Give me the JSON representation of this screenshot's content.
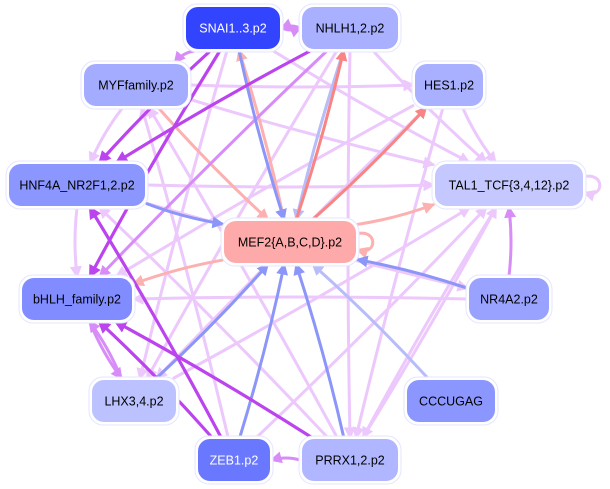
{
  "diagram": {
    "type": "regulatory-network",
    "nodes": [
      {
        "id": "SNAI",
        "label": "SNAI1..3.p2",
        "fill": "#3344ff",
        "text": "#ffffff"
      },
      {
        "id": "NHLH",
        "label": "NHLH1,2.p2",
        "fill": "#a8b0ff",
        "text": "#000000"
      },
      {
        "id": "MYF",
        "label": "MYFfamily.p2",
        "fill": "#a4acff",
        "text": "#000000"
      },
      {
        "id": "HES1",
        "label": "HES1.p2",
        "fill": "#a8b0ff",
        "text": "#000000"
      },
      {
        "id": "HNF4A",
        "label": "HNF4A_NR2F1,2.p2",
        "fill": "#8c96ff",
        "text": "#000000"
      },
      {
        "id": "TAL1",
        "label": "TAL1_TCF{3,4,12}.p2",
        "fill": "#c4c8ff",
        "text": "#000000"
      },
      {
        "id": "MEF2",
        "label": "MEF2{A,B,C,D}.p2",
        "fill": "#ffaaaa",
        "text": "#000000"
      },
      {
        "id": "BHLH",
        "label": "bHLH_family.p2",
        "fill": "#808cff",
        "text": "#000000"
      },
      {
        "id": "NR4A2",
        "label": "NR4A2.p2",
        "fill": "#9aa2ff",
        "text": "#000000"
      },
      {
        "id": "LHX",
        "label": "LHX3,4.p2",
        "fill": "#bcc2ff",
        "text": "#000000"
      },
      {
        "id": "CCCUGAG",
        "label": "CCCUGAG",
        "fill": "#8c96ff",
        "text": "#000000"
      },
      {
        "id": "ZEB1",
        "label": "ZEB1.p2",
        "fill": "#6a78ff",
        "text": "#ffffff"
      },
      {
        "id": "PRRX",
        "label": "PRRX1,2.p2",
        "fill": "#b0b6ff",
        "text": "#000000"
      }
    ],
    "edge_colors": {
      "strong_purple": "#bb44ee",
      "medium_purple": "#d88cf8",
      "light_purple": "#ecc8fc",
      "blue": "#8c96f8",
      "light_blue": "#b8bcf8",
      "red": "#f88484",
      "light_red": "#fcb0b0"
    },
    "edges": [
      {
        "from": "SNAI",
        "to": "NHLH",
        "color": "medium_purple"
      },
      {
        "from": "NHLH",
        "to": "SNAI",
        "color": "medium_purple"
      },
      {
        "from": "SNAI",
        "to": "MYF",
        "color": "medium_purple"
      },
      {
        "from": "SNAI",
        "to": "HNF4A",
        "color": "strong_purple"
      },
      {
        "from": "SNAI",
        "to": "BHLH",
        "color": "strong_purple"
      },
      {
        "from": "SNAI",
        "to": "MEF2",
        "color": "blue"
      },
      {
        "from": "MEF2",
        "to": "SNAI",
        "color": "light_red"
      },
      {
        "from": "SNAI",
        "to": "LHX",
        "color": "light_purple"
      },
      {
        "from": "SNAI",
        "to": "TAL1",
        "color": "light_purple"
      },
      {
        "from": "NHLH",
        "to": "HNF4A",
        "color": "strong_purple"
      },
      {
        "from": "NHLH",
        "to": "BHLH",
        "color": "medium_purple"
      },
      {
        "from": "NHLH",
        "to": "MEF2",
        "color": "light_blue"
      },
      {
        "from": "MEF2",
        "to": "NHLH",
        "color": "red"
      },
      {
        "from": "NHLH",
        "to": "TAL1",
        "color": "light_purple"
      },
      {
        "from": "NHLH",
        "to": "LHX",
        "color": "light_purple"
      },
      {
        "from": "NHLH",
        "to": "PRRX",
        "color": "light_purple"
      },
      {
        "from": "MYF",
        "to": "HNF4A",
        "color": "light_purple"
      },
      {
        "from": "MYF",
        "to": "TAL1",
        "color": "light_purple"
      },
      {
        "from": "MYF",
        "to": "MEF2",
        "color": "light_red"
      },
      {
        "from": "MYF",
        "to": "HES1",
        "color": "light_purple"
      },
      {
        "from": "HES1",
        "to": "BHLH",
        "color": "light_purple"
      },
      {
        "from": "HES1",
        "to": "LHX",
        "color": "light_purple"
      },
      {
        "from": "MEF2",
        "to": "HES1",
        "color": "red"
      },
      {
        "from": "HES1",
        "to": "TAL1",
        "color": "light_purple"
      },
      {
        "from": "HNF4A",
        "to": "TAL1",
        "color": "light_purple"
      },
      {
        "from": "HNF4A",
        "to": "MEF2",
        "color": "blue"
      },
      {
        "from": "HNF4A",
        "to": "BHLH",
        "color": "light_purple"
      },
      {
        "from": "HNF4A",
        "to": "NR4A2",
        "color": "light_purple"
      },
      {
        "from": "TAL1",
        "to": "TAL1",
        "color": "light_purple"
      },
      {
        "from": "MEF2",
        "to": "MEF2",
        "color": "light_red"
      },
      {
        "from": "MEF2",
        "to": "TAL1",
        "color": "light_red"
      },
      {
        "from": "MEF2",
        "to": "BHLH",
        "color": "light_red"
      },
      {
        "from": "NR4A2",
        "to": "MEF2",
        "color": "blue"
      },
      {
        "from": "NR4A2",
        "to": "TAL1",
        "color": "medium_purple"
      },
      {
        "from": "NR4A2",
        "to": "BHLH",
        "color": "light_purple"
      },
      {
        "from": "BHLH",
        "to": "LHX",
        "color": "medium_purple"
      },
      {
        "from": "LHX",
        "to": "BHLH",
        "color": "medium_purple"
      },
      {
        "from": "LHX",
        "to": "MEF2",
        "color": "blue"
      },
      {
        "from": "LHX",
        "to": "TAL1",
        "color": "light_purple"
      },
      {
        "from": "ZEB1",
        "to": "HNF4A",
        "color": "strong_purple"
      },
      {
        "from": "ZEB1",
        "to": "BHLH",
        "color": "strong_purple"
      },
      {
        "from": "ZEB1",
        "to": "MYF",
        "color": "light_purple"
      },
      {
        "from": "ZEB1",
        "to": "MEF2",
        "color": "blue"
      },
      {
        "from": "ZEB1",
        "to": "TAL1",
        "color": "light_purple"
      },
      {
        "from": "PRRX",
        "to": "ZEB1",
        "color": "medium_purple"
      },
      {
        "from": "PRRX",
        "to": "BHLH",
        "color": "strong_purple"
      },
      {
        "from": "PRRX",
        "to": "MEF2",
        "color": "blue"
      },
      {
        "from": "PRRX",
        "to": "TAL1",
        "color": "light_purple"
      },
      {
        "from": "PRRX",
        "to": "HNF4A",
        "color": "light_purple"
      },
      {
        "from": "PRRX",
        "to": "MYF",
        "color": "light_purple"
      },
      {
        "from": "TAL1",
        "to": "PRRX",
        "color": "light_purple"
      },
      {
        "from": "HES1",
        "to": "PRRX",
        "color": "light_purple"
      },
      {
        "from": "CCCUGAG",
        "to": "MEF2",
        "color": "light_blue"
      }
    ]
  }
}
